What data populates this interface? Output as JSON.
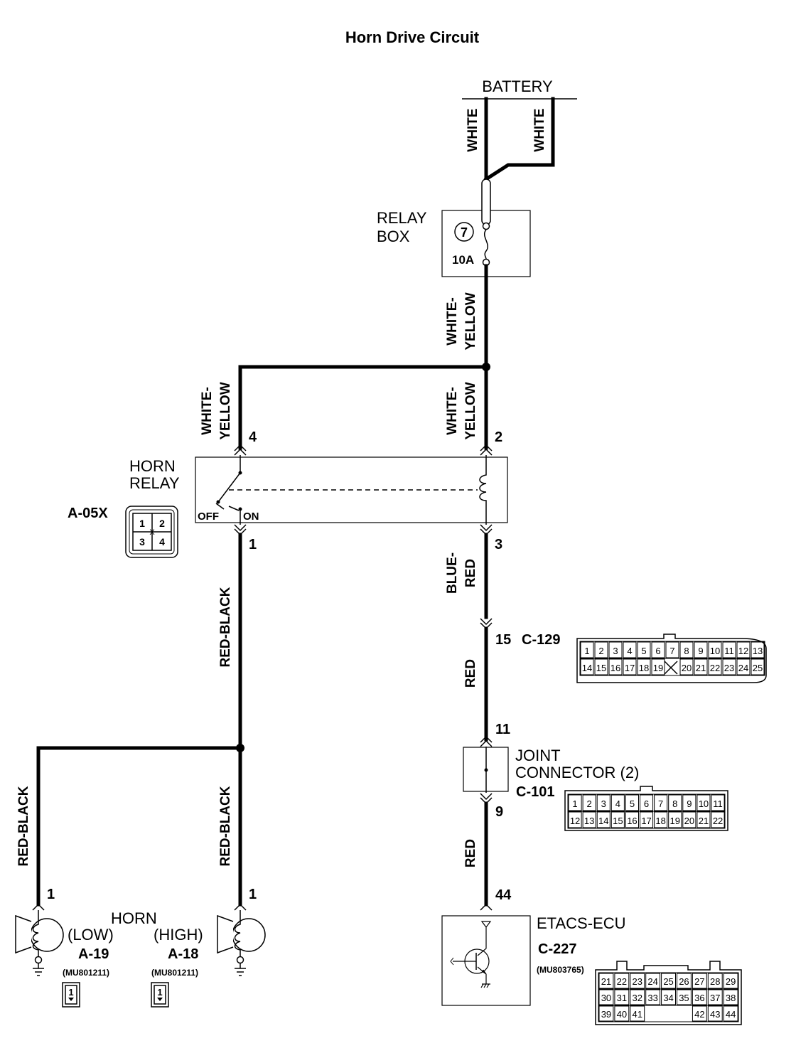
{
  "title": "Horn Drive Circuit",
  "battery": {
    "label": "BATTERY",
    "wire_left": "WHITE",
    "wire_right": "WHITE"
  },
  "relay_box": {
    "label_line1": "RELAY",
    "label_line2": "BOX",
    "fuse_number": "7",
    "fuse_rating": "10A"
  },
  "wires": {
    "relaybox_out": [
      "WHITE-",
      "YELLOW"
    ],
    "relay_pin4": [
      "WHITE-",
      "YELLOW"
    ],
    "relay_pin2": [
      "WHITE-",
      "YELLOW"
    ],
    "relay_pin3": [
      "BLUE-",
      "RED"
    ],
    "relay_pin1": "RED-BLACK",
    "c129_to_joint": "RED",
    "joint_to_ecu": "RED",
    "horn_low": "RED-BLACK",
    "horn_high": "RED-BLACK"
  },
  "horn_relay": {
    "label_line1": "HORN",
    "label_line2": "RELAY",
    "connector_id": "A-05X",
    "off_label": "OFF",
    "on_label": "ON",
    "pin_4": "4",
    "pin_2": "2",
    "pin_1": "1",
    "pin_3": "3",
    "connector_pins": [
      "1",
      "2",
      "3",
      "4"
    ],
    "connector_center": "X"
  },
  "c129": {
    "pin": "15",
    "connector_id": "C-129",
    "row1": [
      "1",
      "2",
      "3",
      "4",
      "5",
      "6",
      "7",
      "8",
      "9",
      "10",
      "11",
      "12",
      "13"
    ],
    "row2": [
      "14",
      "15",
      "16",
      "17",
      "18",
      "19",
      "",
      "20",
      "21",
      "22",
      "23",
      "24",
      "25"
    ]
  },
  "joint_connector": {
    "label_line1": "JOINT",
    "label_line2": "CONNECTOR (2)",
    "connector_id": "C-101",
    "pin_in": "11",
    "pin_out": "9",
    "row1": [
      "1",
      "2",
      "3",
      "4",
      "5",
      "6",
      "7",
      "8",
      "9",
      "10",
      "11"
    ],
    "row2": [
      "12",
      "13",
      "14",
      "15",
      "16",
      "17",
      "18",
      "19",
      "20",
      "21",
      "22"
    ]
  },
  "etacs": {
    "label": "ETACS-ECU",
    "connector_id": "C-227",
    "part_number": "(MU803765)",
    "pin": "44",
    "row1": [
      "21",
      "22",
      "23",
      "24",
      "25",
      "26",
      "27",
      "28",
      "29"
    ],
    "row2": [
      "30",
      "31",
      "32",
      "33",
      "34",
      "35",
      "36",
      "37",
      "38"
    ],
    "row3": [
      "39",
      "40",
      "41",
      "",
      "",
      "",
      "42",
      "43",
      "44"
    ]
  },
  "horn": {
    "label": "HORN",
    "low": {
      "label": "(LOW)",
      "connector_id": "A-19",
      "part_number": "(MU801211)",
      "pin": "1",
      "connector_pin": "1"
    },
    "high": {
      "label": "(HIGH)",
      "connector_id": "A-18",
      "part_number": "(MU801211)",
      "pin": "1",
      "connector_pin": "1"
    }
  }
}
